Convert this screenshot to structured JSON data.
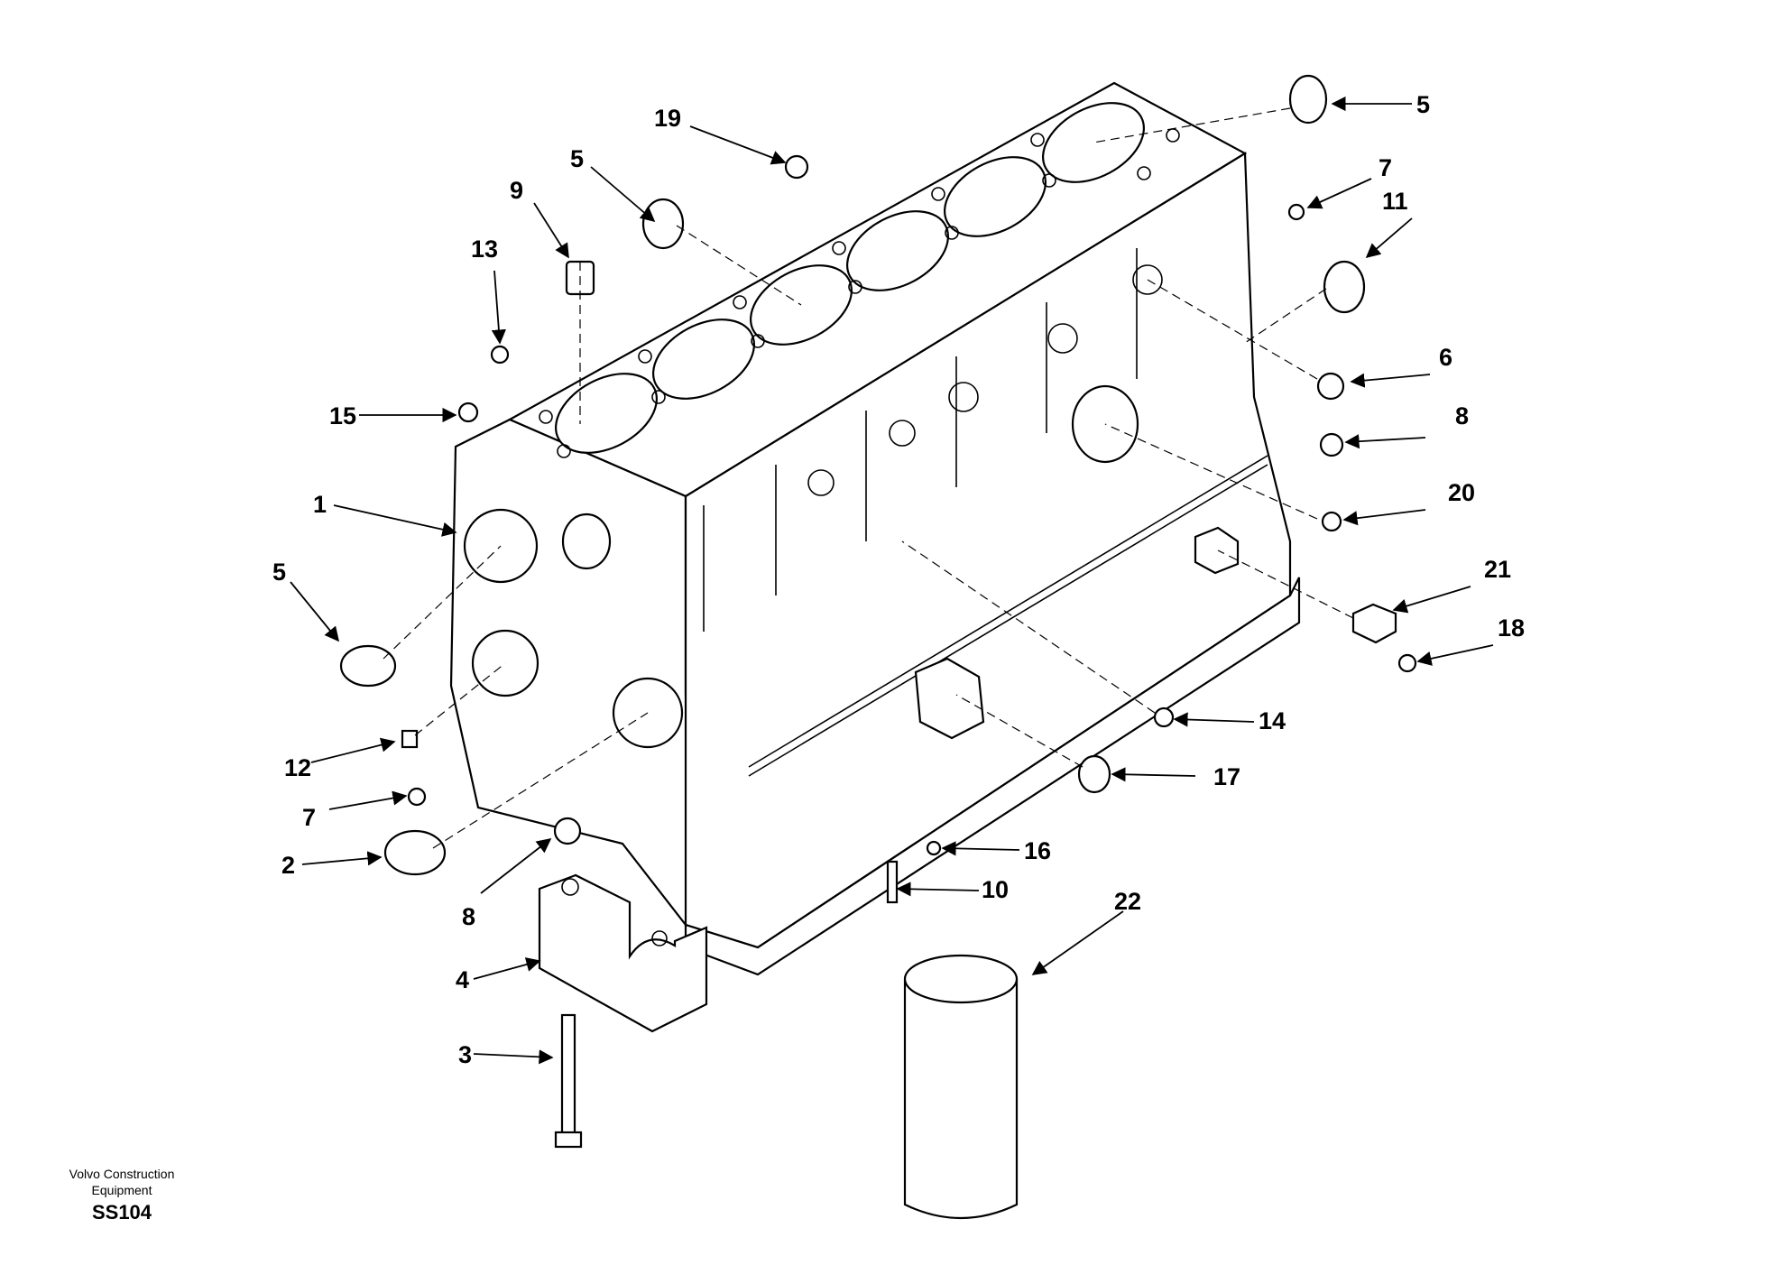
{
  "footer": {
    "company_line_1": "Volvo Construction",
    "company_line_2": "Equipment",
    "code": "SS104"
  },
  "callouts": {
    "c1": "1",
    "c2": "2",
    "c3": "3",
    "c4": "4",
    "c5a": "5",
    "c5b": "5",
    "c5c": "5",
    "c6": "6",
    "c7a": "7",
    "c7b": "7",
    "c8a": "8",
    "c8b": "8",
    "c9": "9",
    "c10": "10",
    "c11": "11",
    "c12": "12",
    "c13": "13",
    "c14": "14",
    "c15": "15",
    "c16": "16",
    "c17": "17",
    "c18": "18",
    "c19": "19",
    "c20": "20",
    "c21": "21",
    "c22": "22"
  }
}
